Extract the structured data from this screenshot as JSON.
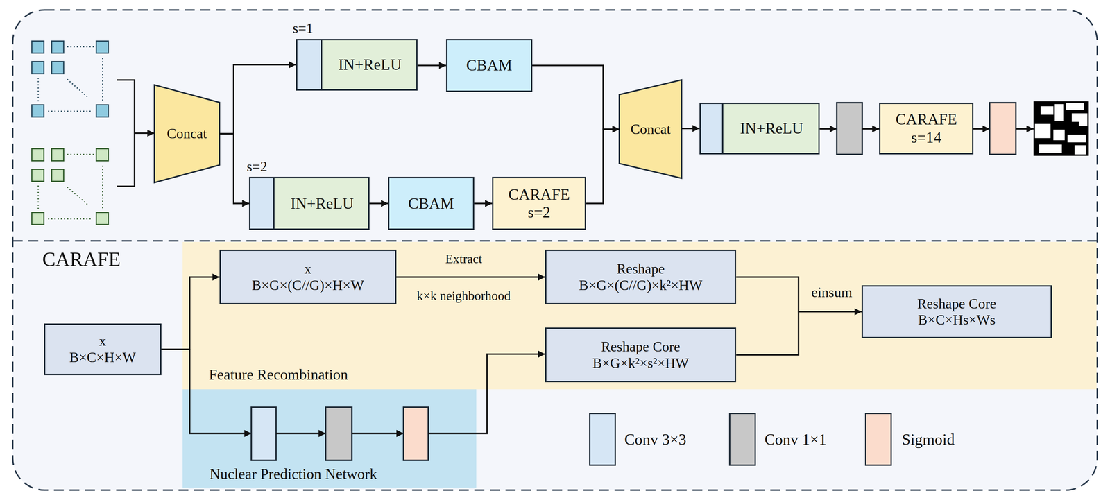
{
  "diagram": {
    "nodes": [
      {
        "text": [
          "Concat"
        ]
      },
      {
        "text": [
          "IN+ReLU"
        ]
      },
      {
        "text": [
          "CBAM"
        ]
      },
      {
        "text": [
          "IN+ReLU"
        ]
      },
      {
        "text": [
          "CBAM"
        ]
      },
      {
        "text": [
          "CARAFE",
          "s=2"
        ]
      },
      {
        "text": [
          "Concat"
        ]
      },
      {
        "text": [
          "IN+ReLU"
        ]
      },
      {
        "text": [
          "CARAFE",
          "s=14"
        ]
      },
      {
        "text": [
          "x",
          "B×C×H×W"
        ]
      },
      {
        "text": [
          "Feature Recombination"
        ]
      },
      {
        "text": [
          "x",
          "B×G×(C//G)×H×W"
        ],
        "in": 10
      },
      {
        "text": [
          "Reshape",
          "B×G×(C//G)×k²×HW"
        ],
        "in": 10
      },
      {
        "text": [
          "Reshape Core",
          "B×G×k²×s²×HW"
        ],
        "in": 10
      },
      {
        "text": [
          "Reshape Core",
          "B×C×Hs×Ws"
        ],
        "in": 10
      },
      {
        "text": [
          "Nuclear Prediction Network"
        ]
      }
    ],
    "edges": [
      {
        "from": 0,
        "to": 1,
        "arrow": "to"
      },
      {
        "from": 1,
        "to": 2,
        "arrow": "to"
      },
      {
        "from": 0,
        "to": 3,
        "arrow": "to"
      },
      {
        "from": 3,
        "to": 4,
        "arrow": "to"
      },
      {
        "from": 4,
        "to": 5,
        "arrow": "to"
      },
      {
        "from": 2,
        "to": 6,
        "arrow": "to"
      },
      {
        "from": 5,
        "to": 6,
        "arrow": "to"
      },
      {
        "from": 6,
        "to": 7,
        "arrow": "to"
      },
      {
        "from": 9,
        "to": 11,
        "arrow": "to"
      },
      {
        "from": 11,
        "to": 12,
        "arrow": "to"
      },
      {
        "from": 12,
        "to": 14,
        "arrow": "to"
      },
      {
        "from": 13,
        "to": 14,
        "arrow": "to"
      }
    ],
    "labels": [
      "s=1",
      "s=2",
      "CARAFE",
      "Extract",
      "k×k neighborhood",
      "einsum"
    ],
    "legend": [
      {
        "text": "Conv 3×3",
        "color": "#d6e6f5"
      },
      {
        "text": "Conv 1×1",
        "color": "#c8c8c8"
      },
      {
        "text": "Sigmoid",
        "color": "#fbdccc"
      }
    ]
  }
}
